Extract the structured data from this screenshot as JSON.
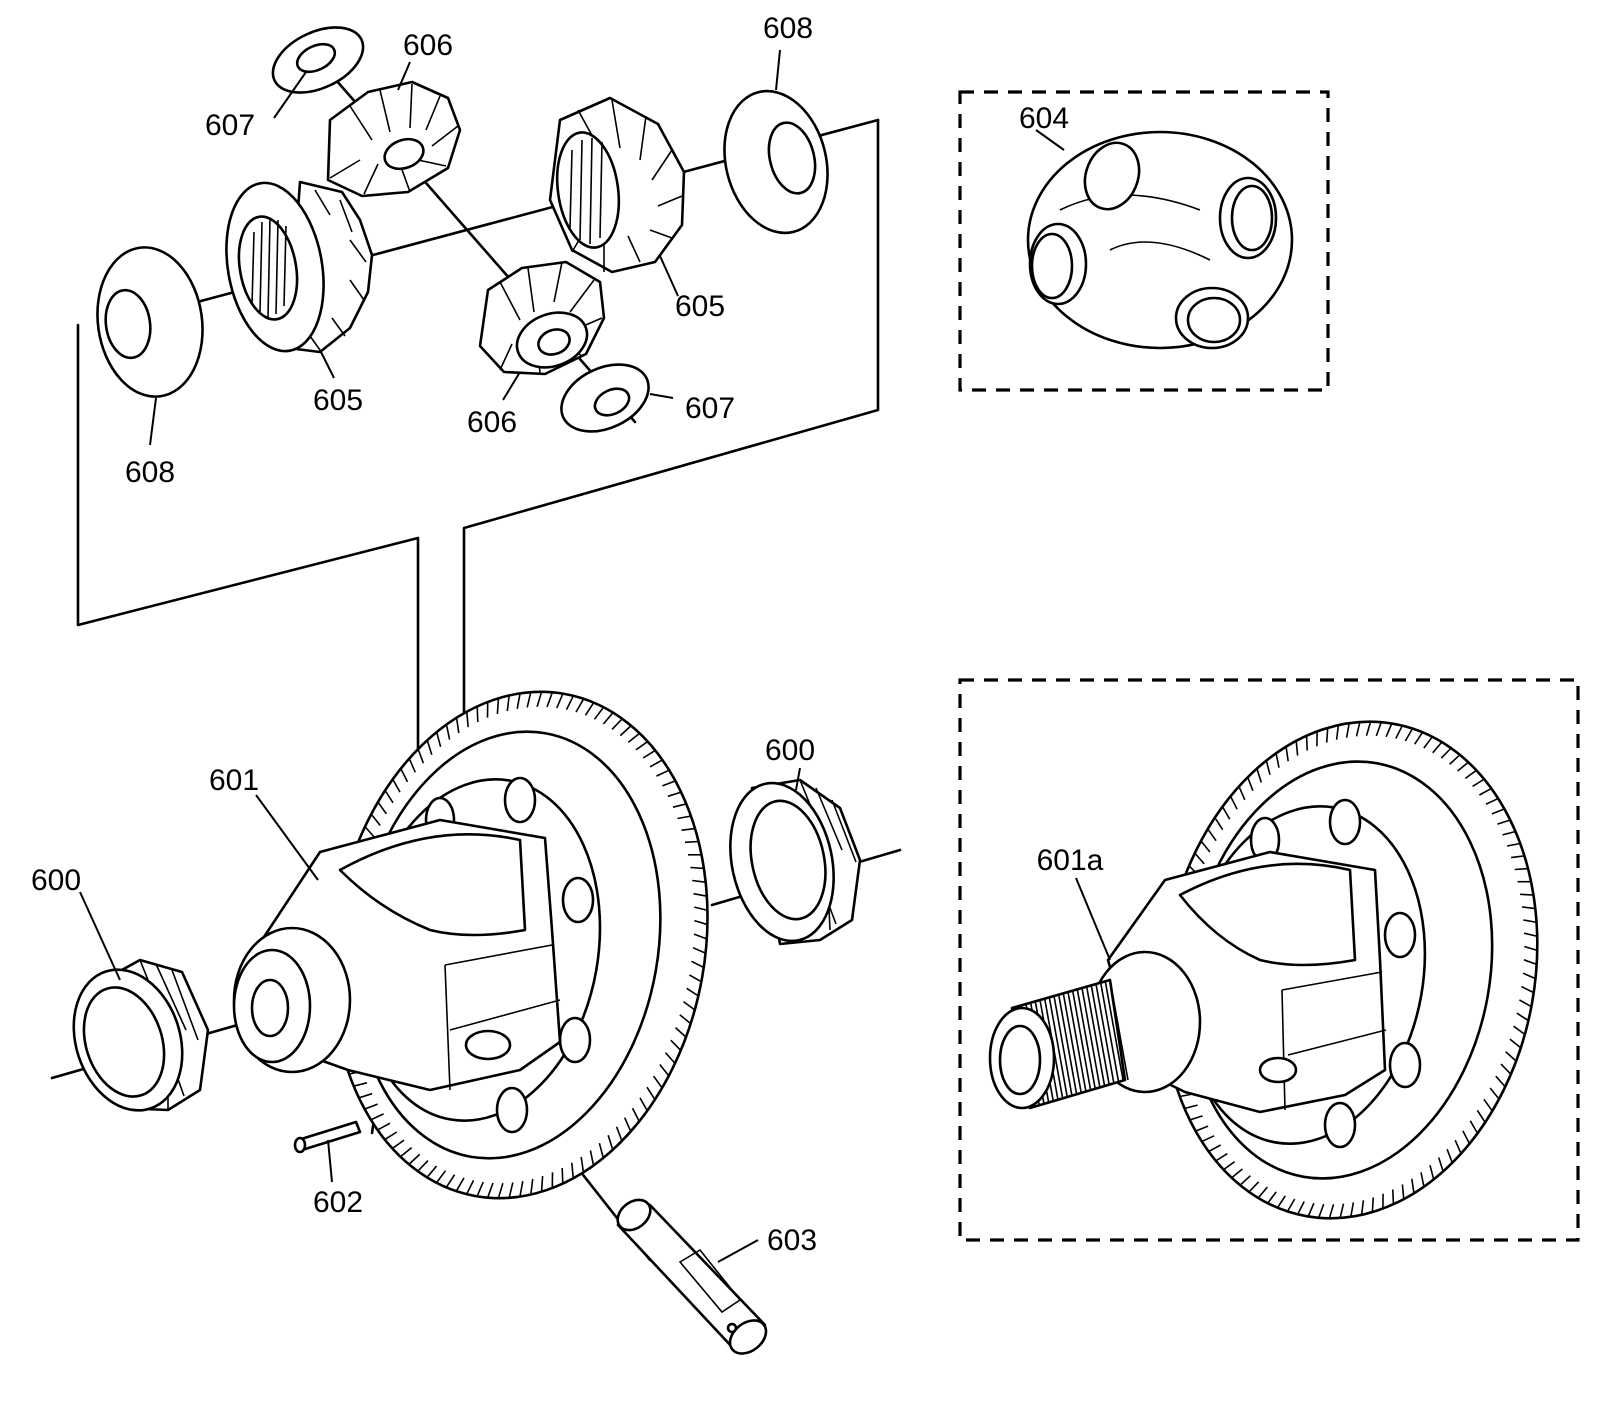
{
  "diagram": {
    "callouts": {
      "c600_left": "600",
      "c600_right": "600",
      "c601": "601",
      "c601a": "601a",
      "c602": "602",
      "c603": "603",
      "c604": "604",
      "c605_left": "605",
      "c605_right": "605",
      "c606_top": "606",
      "c606_bottom": "606",
      "c607_top": "607",
      "c607_bottom": "607",
      "c608_left": "608",
      "c608_right": "608"
    }
  }
}
